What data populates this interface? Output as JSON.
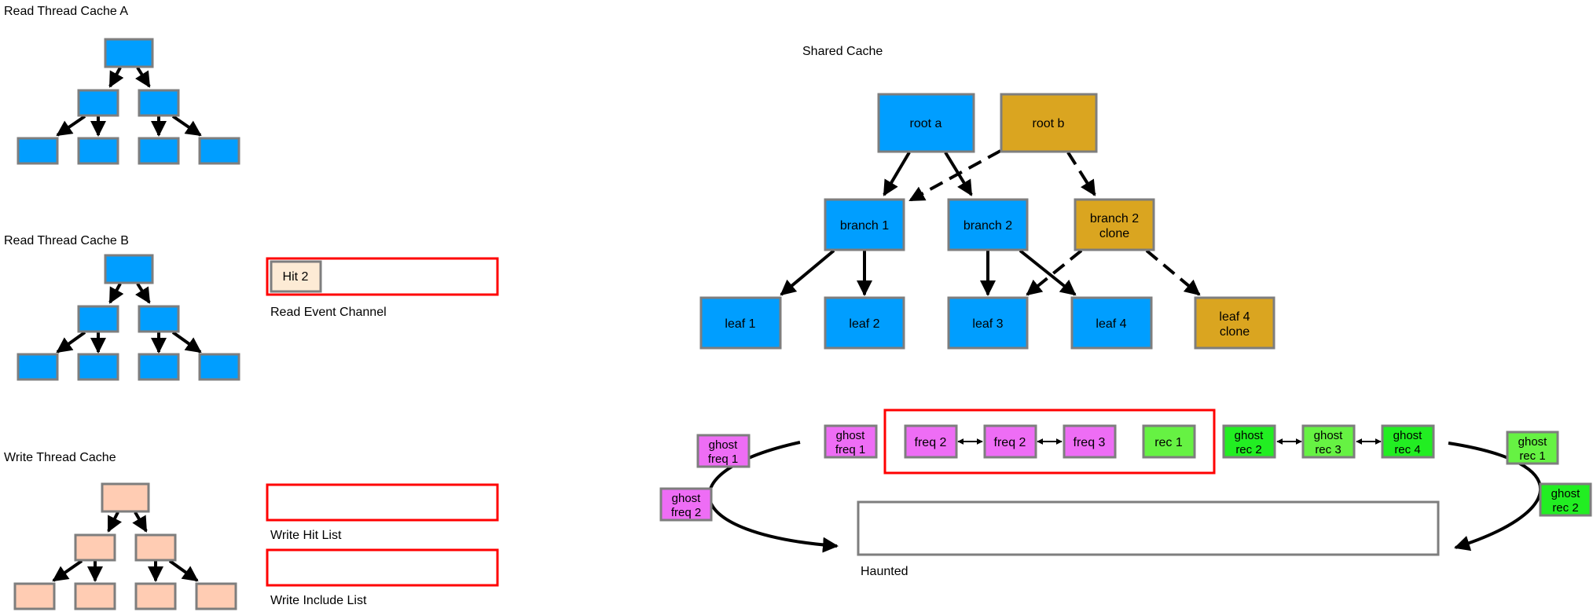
{
  "labels": {
    "read_a": "Read Thread Cache A",
    "read_b": "Read Thread Cache B",
    "write": "Write Thread Cache",
    "read_event_channel": "Read Event Channel",
    "write_hit_list": "Write Hit List",
    "write_include_list": "Write Include List",
    "shared_cache": "Shared Cache",
    "haunted": "Haunted"
  },
  "read_event_channel": {
    "items": [
      "Hit 2"
    ]
  },
  "shared": {
    "root_a": "root a",
    "root_b": "root b",
    "branch1": "branch 1",
    "branch2": "branch 2",
    "branch2_clone": [
      "branch 2",
      "clone"
    ],
    "leaf1": "leaf 1",
    "leaf2": "leaf 2",
    "leaf3": "leaf 3",
    "leaf4": "leaf 4",
    "leaf4_clone": [
      "leaf 4",
      "clone"
    ]
  },
  "lru": {
    "ghost_freq1_left": [
      "ghost",
      "freq 1"
    ],
    "ghost_freq2_left": [
      "ghost",
      "freq 2"
    ],
    "ghost_freq1": [
      "ghost",
      "freq 1"
    ],
    "freq_a": "freq 2",
    "freq_b": "freq 2",
    "freq_c": "freq 3",
    "rec1": "rec 1",
    "ghost_rec2": [
      "ghost",
      "rec 2"
    ],
    "ghost_rec3": [
      "ghost",
      "rec 3"
    ],
    "ghost_rec4": [
      "ghost",
      "rec 4"
    ],
    "ghost_rec1_right": [
      "ghost",
      "rec 1"
    ],
    "ghost_rec2_right": [
      "ghost",
      "rec 2"
    ]
  },
  "colors": {
    "blue": "#009EFF",
    "gold": "#DAA520",
    "peach": "#FFCCB3",
    "hit": "#FDEBD5",
    "magenta": "#EE6DF5",
    "light_green": "#66F243",
    "bright_green": "#22EE22",
    "red": "#FF0000",
    "node_border": "#7E7E7E"
  }
}
